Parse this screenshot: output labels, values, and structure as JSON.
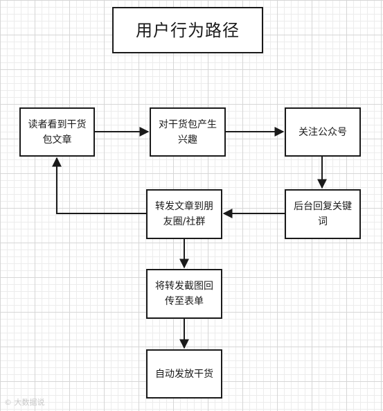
{
  "title": "用户行为路径",
  "nodes": {
    "read": "读者看到干货包文章",
    "interest": "对干货包产生兴趣",
    "follow": "关注公众号",
    "reply": "后台回复关键词",
    "share": "转发文章到朋友圈/社群",
    "screenshot": "将转发截图回传至表单",
    "deliver": "自动发放干货"
  },
  "watermark": "© 大数据说"
}
